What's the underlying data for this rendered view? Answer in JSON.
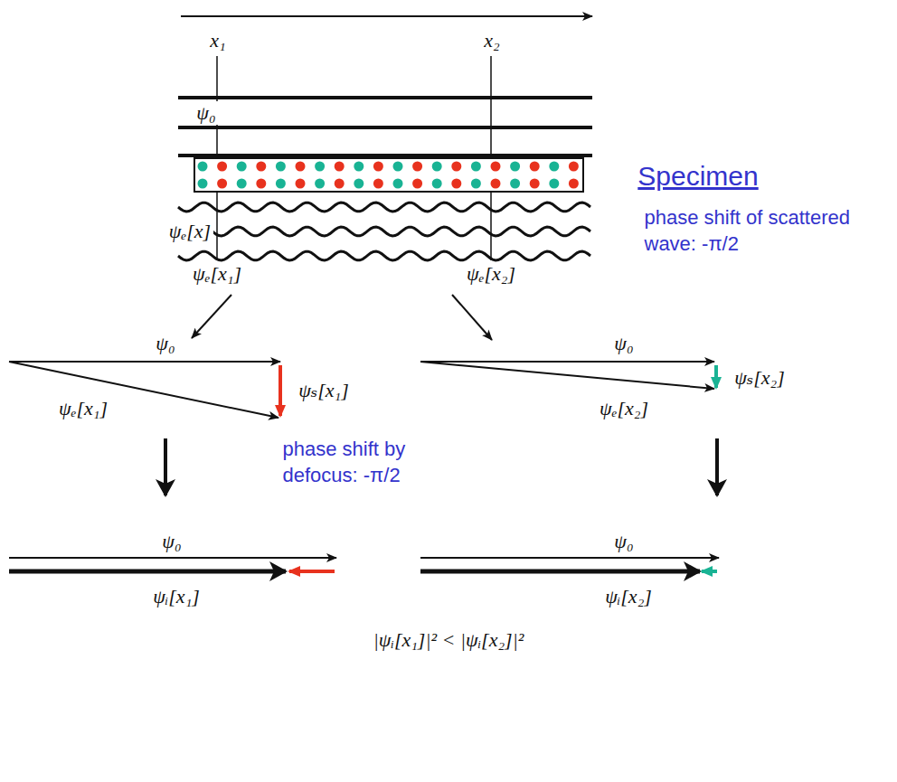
{
  "diagram": {
    "labels": [
      "x₁",
      "x₂",
      "ψ₀",
      "Specimen",
      "phase shift of scattered wave: -π/2",
      "ψₑ[x]",
      "ψₑ[x₁]",
      "ψₑ[x₂]",
      "ψ₀",
      "ψₛ[x₁]",
      "ψₑ[x₁]",
      "ψ₀",
      "ψₛ[x₂]",
      "ψₑ[x₂]",
      "phase shift by defocus: -π/2",
      "ψ₀",
      "ψᵢ[x₁]",
      "ψ₀",
      "ψᵢ[x₂]",
      "|ψᵢ[x₁]|² < |ψᵢ[x₂]|²"
    ]
  }
}
